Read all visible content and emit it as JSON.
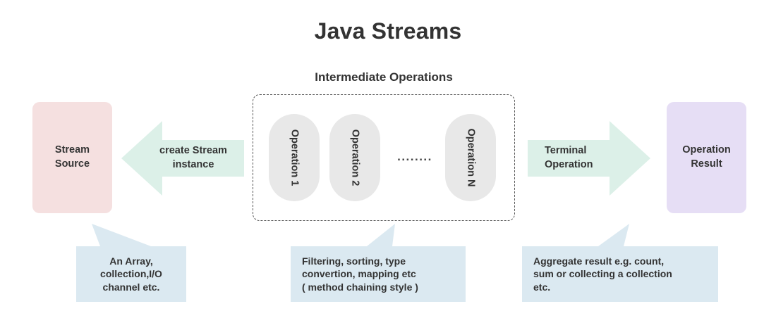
{
  "title": "Java Streams",
  "section_title": "Intermediate Operations",
  "colors": {
    "source_box": "#f5e0e0",
    "result_box": "#e6def5",
    "arrow": "#dcf0e8",
    "operation_pill": "#e8e8e8",
    "callout": "#dbe9f1",
    "text": "#333333",
    "dashed_border": "#555555"
  },
  "source": {
    "label": "Stream\nSource",
    "line1": "Stream",
    "line2": "Source"
  },
  "result": {
    "line1": "Operation",
    "line2": "Result"
  },
  "arrows": {
    "create": {
      "line1": "create Stream",
      "line2": "instance",
      "direction": "left"
    },
    "terminal": {
      "line1": "Terminal",
      "line2": "Operation",
      "direction": "right"
    }
  },
  "operations": [
    {
      "label": "Operation 1"
    },
    {
      "label": "Operation 2"
    },
    {
      "label": "Operation N"
    }
  ],
  "operations_ellipsis": "........",
  "callouts": {
    "source": {
      "line1": "An Array,",
      "line2": "collection,I/O",
      "line3": "channel etc."
    },
    "intermediate": {
      "line1": "Filtering, sorting, type",
      "line2": "convertion, mapping etc",
      "line3": "( method chaining style )"
    },
    "terminal": {
      "line1": "Aggregate result e.g. count,",
      "line2": "sum or collecting a collection",
      "line3": "etc."
    }
  }
}
